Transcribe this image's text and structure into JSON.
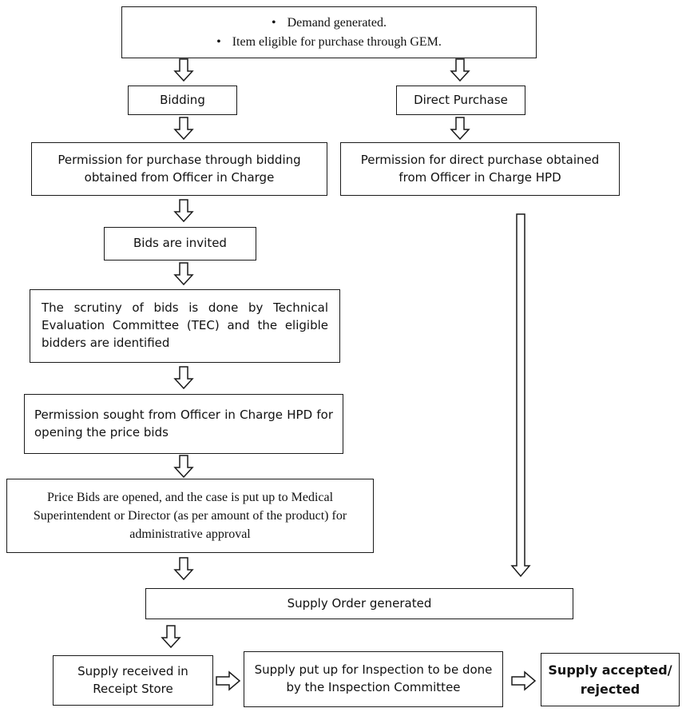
{
  "flow": {
    "start_items": [
      "Demand generated.",
      "Item eligible for purchase through GEM."
    ],
    "bidding": "Bidding",
    "direct_purchase": "Direct Purchase",
    "permission_bidding": "Permission for purchase through bidding obtained from Officer in Charge",
    "permission_direct": "Permission for direct purchase obtained from Officer in Charge HPD",
    "bids_invited": "Bids are invited",
    "scrutiny": "The scrutiny of bids is done by Technical Evaluation Committee (TEC) and the eligible bidders are identified",
    "permission_price_bids": "Permission sought from Officer in Charge HPD for opening the price bids",
    "price_bids_opened": "Price Bids are opened, and the case is put up to Medical Superintendent or Director (as per amount of the product) for administrative approval",
    "supply_order": "Supply Order generated",
    "supply_received": "Supply received in Receipt Store",
    "inspection": "Supply put up for Inspection to be done by the Inspection Committee",
    "accepted_rejected": "Supply accepted/ rejected"
  }
}
